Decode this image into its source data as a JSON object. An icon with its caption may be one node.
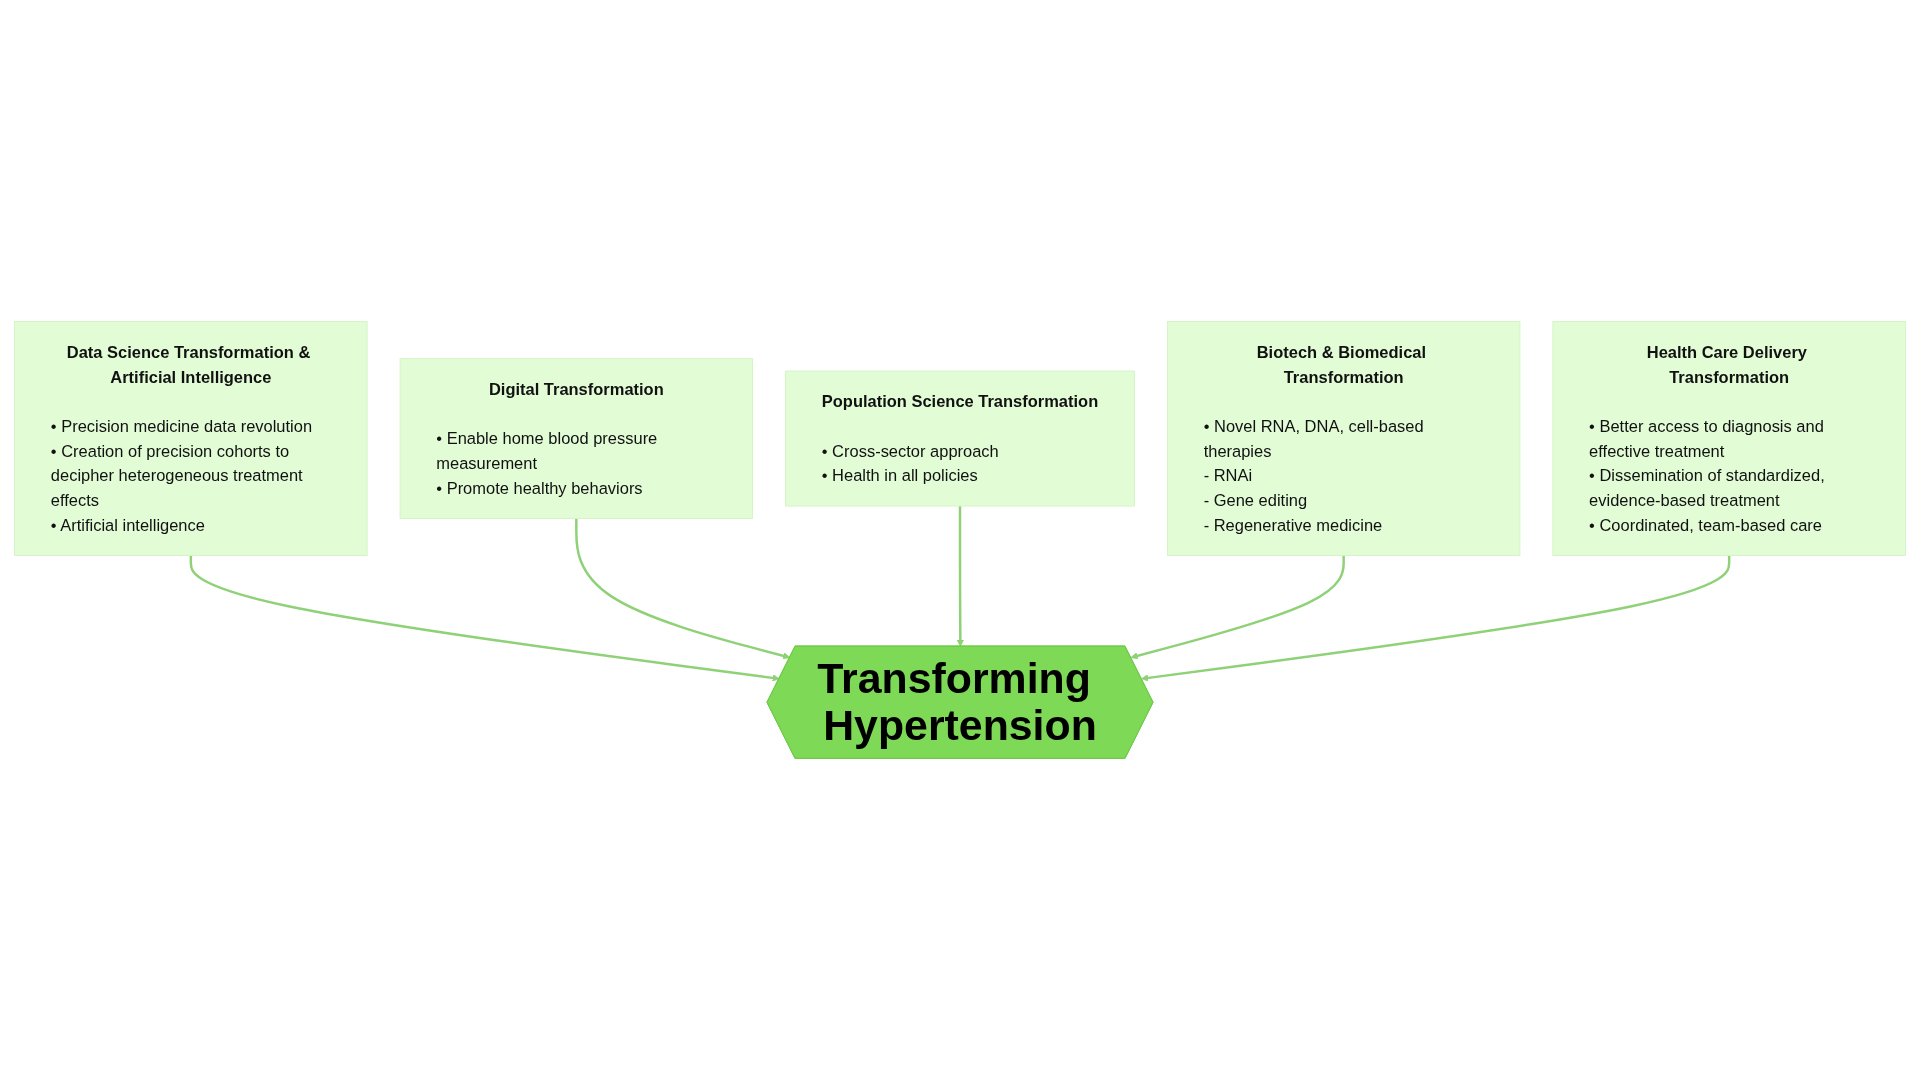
{
  "diagram": {
    "nodes": [
      {
        "text": [
          "Data Science Transformation & Artificial Intelligence",
          "• Precision medicine data revolution",
          "• Creation of precision cohorts to decipher heterogeneous treatment effects",
          "• Artificial intelligence"
        ]
      },
      {
        "text": [
          "Digital Transformation",
          "• Enable home blood pressure measurement",
          "• Promote healthy behaviors"
        ]
      },
      {
        "text": [
          "Transforming Hypertension"
        ]
      },
      {
        "text": [
          "Population Science Transformation",
          "• Cross-sector approach",
          "• Health in all policies"
        ]
      },
      {
        "text": [
          "Biotech & Biomedical Transformation",
          "• Novel RNA, DNA, cell-based therapies",
          "- RNAi",
          "- Gene editing",
          "- Regenerative medicine"
        ]
      },
      {
        "text": [
          "Health Care Delivery Transformation",
          "• Better access to diagnosis and effective treatment",
          "• Dissemination of standardized, evidence-based treatment",
          "• Coordinated, team-based care"
        ]
      }
    ],
    "edges": [
      {
        "from": 0,
        "to": 2,
        "arrow": "to"
      },
      {
        "from": 1,
        "to": 2,
        "arrow": "to"
      },
      {
        "from": 3,
        "to": 2,
        "arrow": "to"
      },
      {
        "from": 4,
        "to": 2,
        "arrow": "to"
      },
      {
        "from": 5,
        "to": 2,
        "arrow": "to"
      }
    ]
  }
}
